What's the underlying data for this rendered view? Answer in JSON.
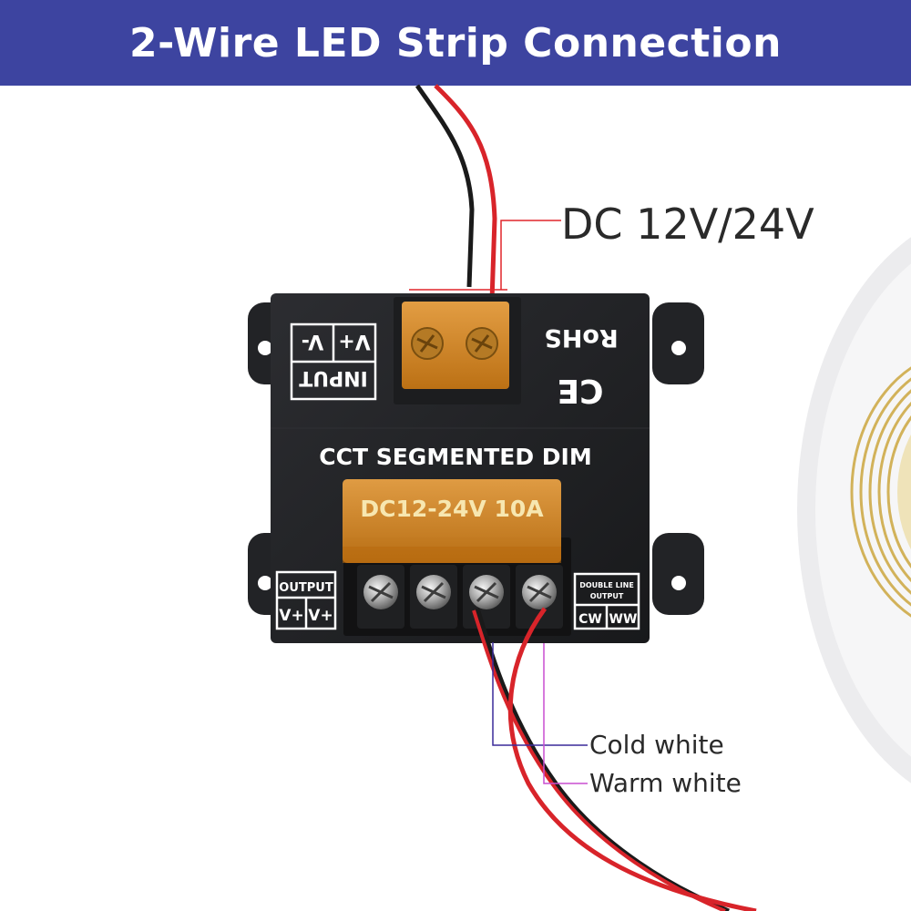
{
  "header": {
    "title": "2-Wire LED Strip Connection",
    "background_color": "#3d44a0"
  },
  "controller": {
    "input_block": {
      "polarity_labels": [
        "V+",
        "V-"
      ],
      "caption": "INPUT"
    },
    "certifications": [
      "RoHS",
      "CE"
    ],
    "model_label": "CCT SEGMENTED DIM",
    "rating_label": "DC12-24V  10A",
    "output_block": {
      "caption": "OUTPUT",
      "polarity_labels": [
        "V+",
        "V+"
      ]
    },
    "double_line_block": {
      "caption_line_1": "DOUBLE LINE",
      "caption_line_2": "OUTPUT",
      "channel_labels": [
        "CW",
        "WW"
      ]
    },
    "terminal_count": 4,
    "body_color": "#232427",
    "cover_color": "#d9891c"
  },
  "callouts": {
    "power_input": "DC 12V/24V",
    "cold_white": "Cold white",
    "warm_white": "Warm white"
  },
  "leader_colors": {
    "power": "#e0262b",
    "cold": "#3a2a9a",
    "warm": "#c84fd0"
  },
  "wire_colors": {
    "positive": "#d8242a",
    "negative": "#1a1a1a"
  }
}
